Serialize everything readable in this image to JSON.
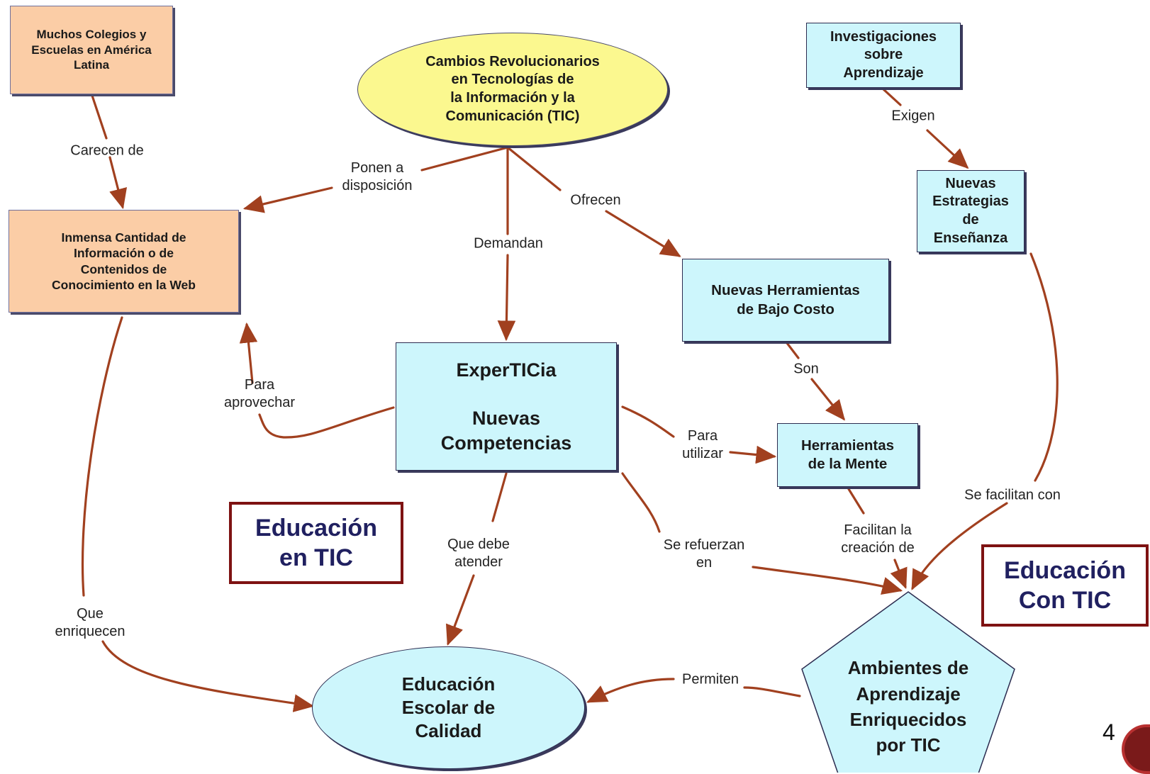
{
  "nodes": {
    "cambios": "Cambios Revolucionarios\nen Tecnologías de\nla Información y la\nComunicación (TIC)",
    "colegios": "Muchos Colegios y\nEscuelas en América\nLatina",
    "inmensa": "Inmensa Cantidad de\nInformación o de\nContenidos de\nConocimiento en la Web",
    "investigaciones": "Investigaciones\nsobre\nAprendizaje",
    "estrategias": "Nuevas\nEstrategias\nde\nEnseñanza",
    "herramientas_costo": "Nuevas Herramientas\nde Bajo Costo",
    "experticia_title": "ExperTICia",
    "experticia_sub": "Nuevas\nCompetencias",
    "herramientas_mente": "Herramientas\nde la Mente",
    "educacion_calidad": "Educación\nEscolar de\nCalidad",
    "ambientes": "Ambientes de\nAprendizaje\nEnriquecidos\npor TIC"
  },
  "links": {
    "carecen": "Carecen de",
    "ponen": "Ponen a\ndisposición",
    "demandan": "Demandan",
    "ofrecen": "Ofrecen",
    "exigen": "Exigen",
    "para_aprovechar": "Para\naprovechar",
    "son": "Son",
    "para_utilizar": "Para\nutilizar",
    "se_facilitan": "Se facilitan con",
    "facilitan_creacion": "Facilitan la\ncreación de",
    "que_debe": "Que debe\natender",
    "se_refuerzan": "Se refuerzan\nen",
    "que_enriquecen": "Que\nenriquecen",
    "permiten": "Permiten"
  },
  "badges": {
    "en_tic": "Educación\nen TIC",
    "con_tic": "Educación\nCon TIC"
  },
  "page_number": "4",
  "colors": {
    "arrow": "#a1401f",
    "badge_border": "#7e1212"
  }
}
